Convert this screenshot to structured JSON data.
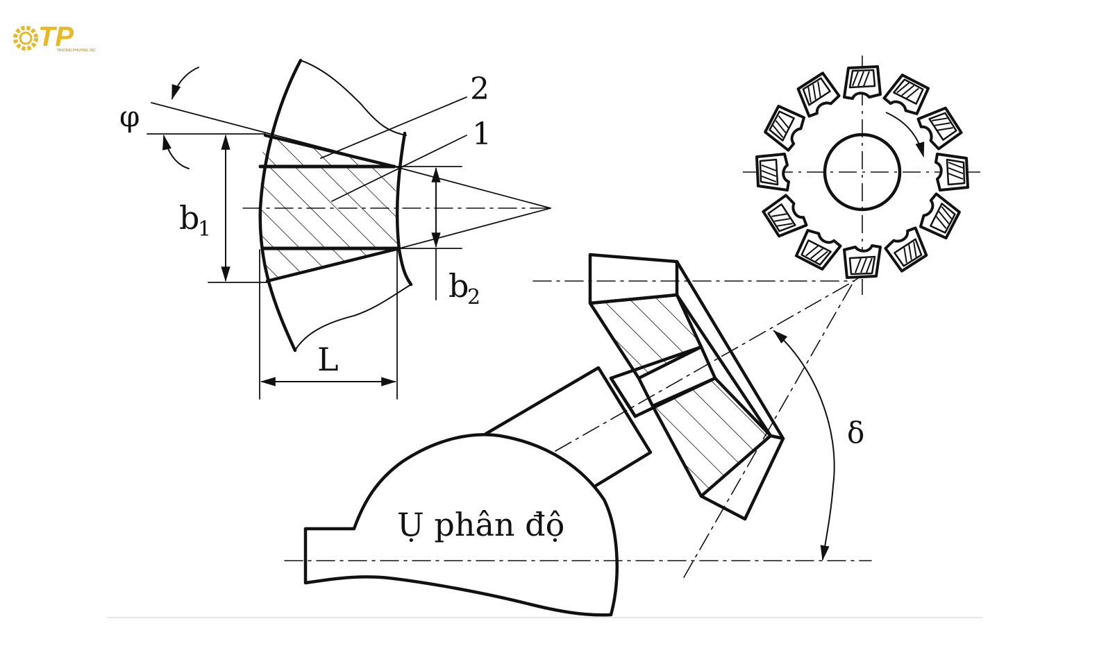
{
  "logo": {
    "mark": "TP",
    "subtitle": "TRUONG PHUONG JSC",
    "color": "#E8B923",
    "icon": "gear-icon"
  },
  "labels": {
    "phi": "φ",
    "num2": "2",
    "num1": "1",
    "b1_base": "b",
    "b1_sub": "1",
    "b2_base": "b",
    "b2_sub": "2",
    "L": "L",
    "delta": "δ",
    "fixture": "Ụ phân độ"
  },
  "colors": {
    "ink": "#111111",
    "background": "#ffffff",
    "baseline": "#dddddd"
  }
}
